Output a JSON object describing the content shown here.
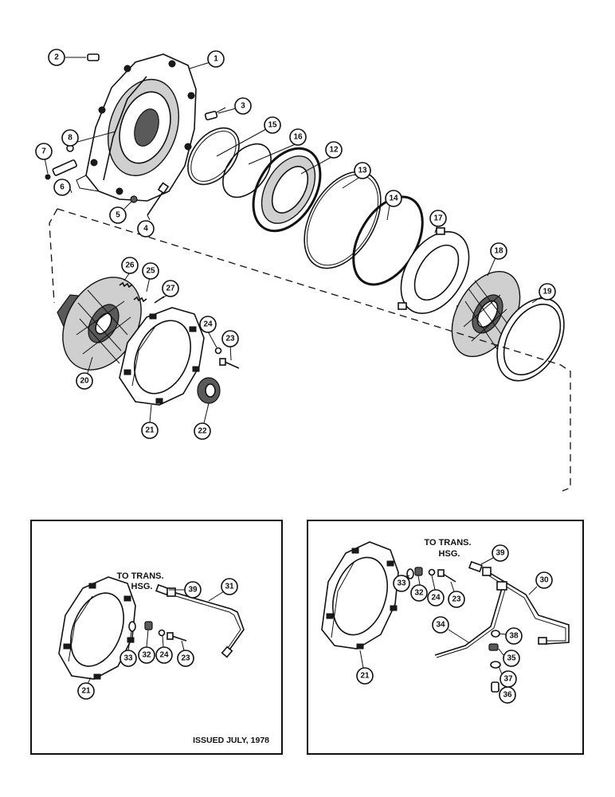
{
  "callouts": {
    "main": [
      "1",
      "2",
      "3",
      "4",
      "5",
      "6",
      "7",
      "8",
      "12",
      "13",
      "14",
      "15",
      "16",
      "17",
      "18",
      "19",
      "20",
      "21",
      "22",
      "23",
      "24",
      "25",
      "26",
      "27"
    ],
    "left_inset": [
      "21",
      "31",
      "33",
      "32",
      "24",
      "23",
      "39"
    ],
    "right_inset": [
      "21",
      "33",
      "32",
      "24",
      "23",
      "39",
      "30",
      "34",
      "38",
      "35",
      "37",
      "36"
    ]
  },
  "notes": {
    "to_trans_hsg_line1": "TO TRANS.",
    "to_trans_hsg_line2": "HSG.",
    "issued": "ISSUED JULY, 1978"
  }
}
